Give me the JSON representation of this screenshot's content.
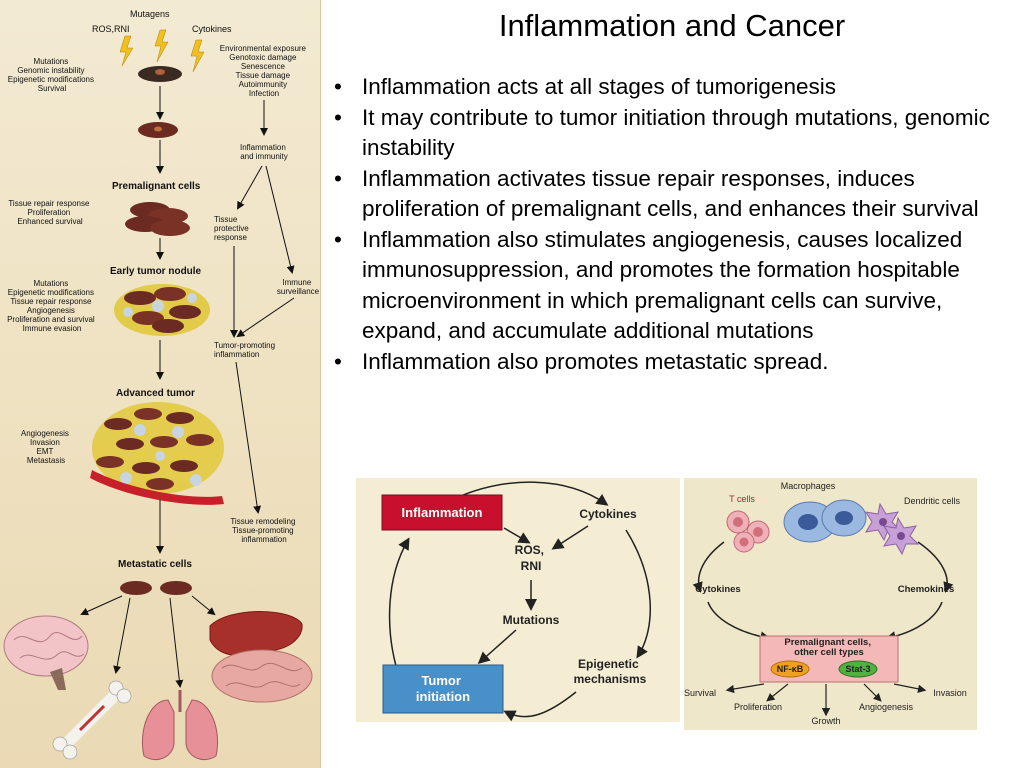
{
  "title": "Inflammation and Cancer",
  "bullets": [
    "Inflammation acts at all stages of tumorigenesis",
    "It may contribute to tumor initiation through mutations, genomic instability",
    "Inflammation activates tissue repair responses, induces proliferation of premalignant cells, and enhances their survival",
    "Inflammation also stimulates angiogenesis, causes localized immunosuppression, and promotes the formation hospitable microenvironment in which premalignant cells can survive, expand, and accumulate additional mutations",
    "Inflammation also promotes metastatic spread."
  ],
  "bullet_symbol": "•",
  "left_diagram": {
    "top": {
      "mutagens": "Mutagens",
      "ros_rni": "ROS,RNI",
      "cytokines": "Cytokines"
    },
    "left_mutations": [
      "Mutations",
      "Genomic instability",
      "Epigenetic modifications",
      "Survival"
    ],
    "environment": [
      "Environmental exposure",
      "Genotoxic damage",
      "Senescence",
      "Tissue damage",
      "Autoimmunity",
      "Infection"
    ],
    "inflammation_immunity": [
      "Inflammation",
      "and immunity"
    ],
    "premalignant": "Premalignant cells",
    "repair": [
      "Tissue repair response",
      "Proliferation",
      "Enhanced survival"
    ],
    "tissue_protective": [
      "Tissue",
      "protective",
      "response"
    ],
    "early_nodule": "Early tumor nodule",
    "immune_surveillance": [
      "Immune",
      "surveillance"
    ],
    "nodule_list": [
      "Mutations",
      "Epigenetic modifications",
      "Tissue repair response",
      "Angiogenesis",
      "Proliferation and survival",
      "Immune evasion"
    ],
    "tumor_promoting": [
      "Tumor-promoting",
      "inflammation"
    ],
    "advanced": "Advanced tumor",
    "advanced_list": [
      "Angiogenesis",
      "Invasion",
      "EMT",
      "Metastasis"
    ],
    "remodeling": [
      "Tissue remodeling",
      "Tissue-promoting",
      "inflammation"
    ],
    "metastatic": "Metastatic cells"
  },
  "cycle_diagram": {
    "inflammation": "Inflammation",
    "cytokines": "Cytokines",
    "ros": "ROS,",
    "rni": "RNI",
    "mutations": "Mutations",
    "tumor_initiation": [
      "Tumor",
      "initiation"
    ],
    "epigenetic": [
      "Epigenetic",
      "mechanisms"
    ],
    "colors": {
      "inflammation_box": "#c8102e",
      "tumor_box": "#4a90c8"
    }
  },
  "immune_diagram": {
    "t_cells": "T cells",
    "macrophages": "Macrophages",
    "dendritic": "Dendritic cells",
    "cytokines": "Cytokines",
    "chemokines": "Chemokines",
    "premalignant": [
      "Premalignant cells,",
      "other cell types"
    ],
    "nfkb": "NF-κB",
    "stat3": "Stat-3",
    "outputs": {
      "survival": "Survival",
      "proliferation": "Proliferation",
      "growth": "Growth",
      "angiogenesis": "Angiogenesis",
      "invasion": "Invasion"
    }
  }
}
